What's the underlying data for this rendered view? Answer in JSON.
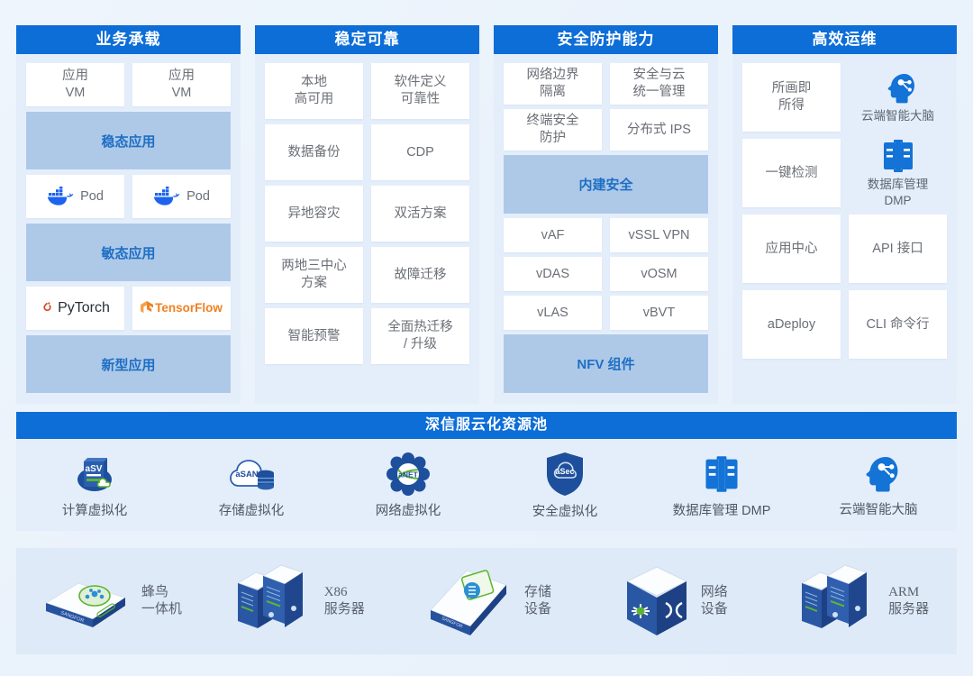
{
  "columns": [
    {
      "title": "业务承载",
      "rows": [
        {
          "type": "pair",
          "cells": [
            "应用\nVM",
            "应用\nVM"
          ]
        },
        {
          "type": "band",
          "label": "稳态应用"
        },
        {
          "type": "pair-logo",
          "cells": [
            "Pod",
            "Pod"
          ],
          "icon": "docker-icon"
        },
        {
          "type": "band",
          "label": "敏态应用"
        },
        {
          "type": "pair-logo",
          "cells": [
            "PyTorch",
            "TensorFlow"
          ],
          "icon": "ml-logo"
        },
        {
          "type": "band",
          "label": "新型应用"
        }
      ]
    },
    {
      "title": "稳定可靠",
      "rows": [
        {
          "type": "pair",
          "cells": [
            "本地\n高可用",
            "软件定义\n可靠性"
          ]
        },
        {
          "type": "pair",
          "cells": [
            "数据备份",
            "CDP"
          ]
        },
        {
          "type": "pair",
          "cells": [
            "异地容灾",
            "双活方案"
          ]
        },
        {
          "type": "pair",
          "cells": [
            "两地三中心\n方案",
            "故障迁移"
          ]
        },
        {
          "type": "pair",
          "cells": [
            "智能预警",
            "全面热迁移\n/ 升级"
          ]
        }
      ]
    },
    {
      "title": "安全防护能力",
      "rows": [
        {
          "type": "pair",
          "cells": [
            "网络边界\n隔离",
            "安全与云\n统一管理"
          ]
        },
        {
          "type": "pair",
          "cells": [
            "终端安全\n防护",
            "分布式 IPS"
          ]
        },
        {
          "type": "band",
          "label": "内建安全"
        },
        {
          "type": "pair",
          "cells": [
            "vAF",
            "vSSL VPN"
          ]
        },
        {
          "type": "pair",
          "cells": [
            "vDAS",
            "vOSM"
          ]
        },
        {
          "type": "pair",
          "cells": [
            "vLAS",
            "vBVT"
          ]
        },
        {
          "type": "band",
          "label": "NFV 组件"
        }
      ]
    },
    {
      "title": "高效运维",
      "rows": [
        {
          "type": "mixed",
          "cell": "所画即\n所得",
          "icon": "brain-icon",
          "icon_label": "云端智能大脑"
        },
        {
          "type": "mixed",
          "cell": "一键检测",
          "icon": "database-icon",
          "icon_label": "数据库管理\nDMP"
        },
        {
          "type": "pair",
          "cells": [
            "应用中心",
            "API 接口"
          ]
        },
        {
          "type": "pair",
          "cells": [
            "aDeploy",
            "CLI 命令行"
          ]
        }
      ]
    }
  ],
  "pool": {
    "title": "深信服云化资源池",
    "items": [
      {
        "icon": "asv-icon",
        "label": "计算虚拟化"
      },
      {
        "icon": "asan-icon",
        "label": "存储虚拟化"
      },
      {
        "icon": "anet-icon",
        "label": "网络虚拟化"
      },
      {
        "icon": "asec-icon",
        "label": "安全虚拟化"
      },
      {
        "icon": "database-icon",
        "label": "数据库管理 DMP"
      },
      {
        "icon": "brain-icon",
        "label": "云端智能大脑"
      }
    ]
  },
  "hardware": {
    "items": [
      {
        "icon": "appliance-icon",
        "label": "蜂鸟\n一体机"
      },
      {
        "icon": "server-icon",
        "label": "X86\n服务器"
      },
      {
        "icon": "storage-icon",
        "label": "存储\n设备"
      },
      {
        "icon": "network-icon",
        "label": "网络\n设备"
      },
      {
        "icon": "server-icon",
        "label": "ARM\n服务器"
      }
    ]
  },
  "colors": {
    "header_blue": "#0d6ed8",
    "panel_bg": "#e4eefb",
    "band_blue": "#aec9e8",
    "band_text": "#1f6fc4",
    "cell_text": "#6b6f76",
    "icon_blue": "#1373d6",
    "accent_green": "#5cb531",
    "pytorch_red": "#d34a23",
    "tensorflow_orange": "#f08122",
    "docker_blue": "#1d63ed"
  }
}
